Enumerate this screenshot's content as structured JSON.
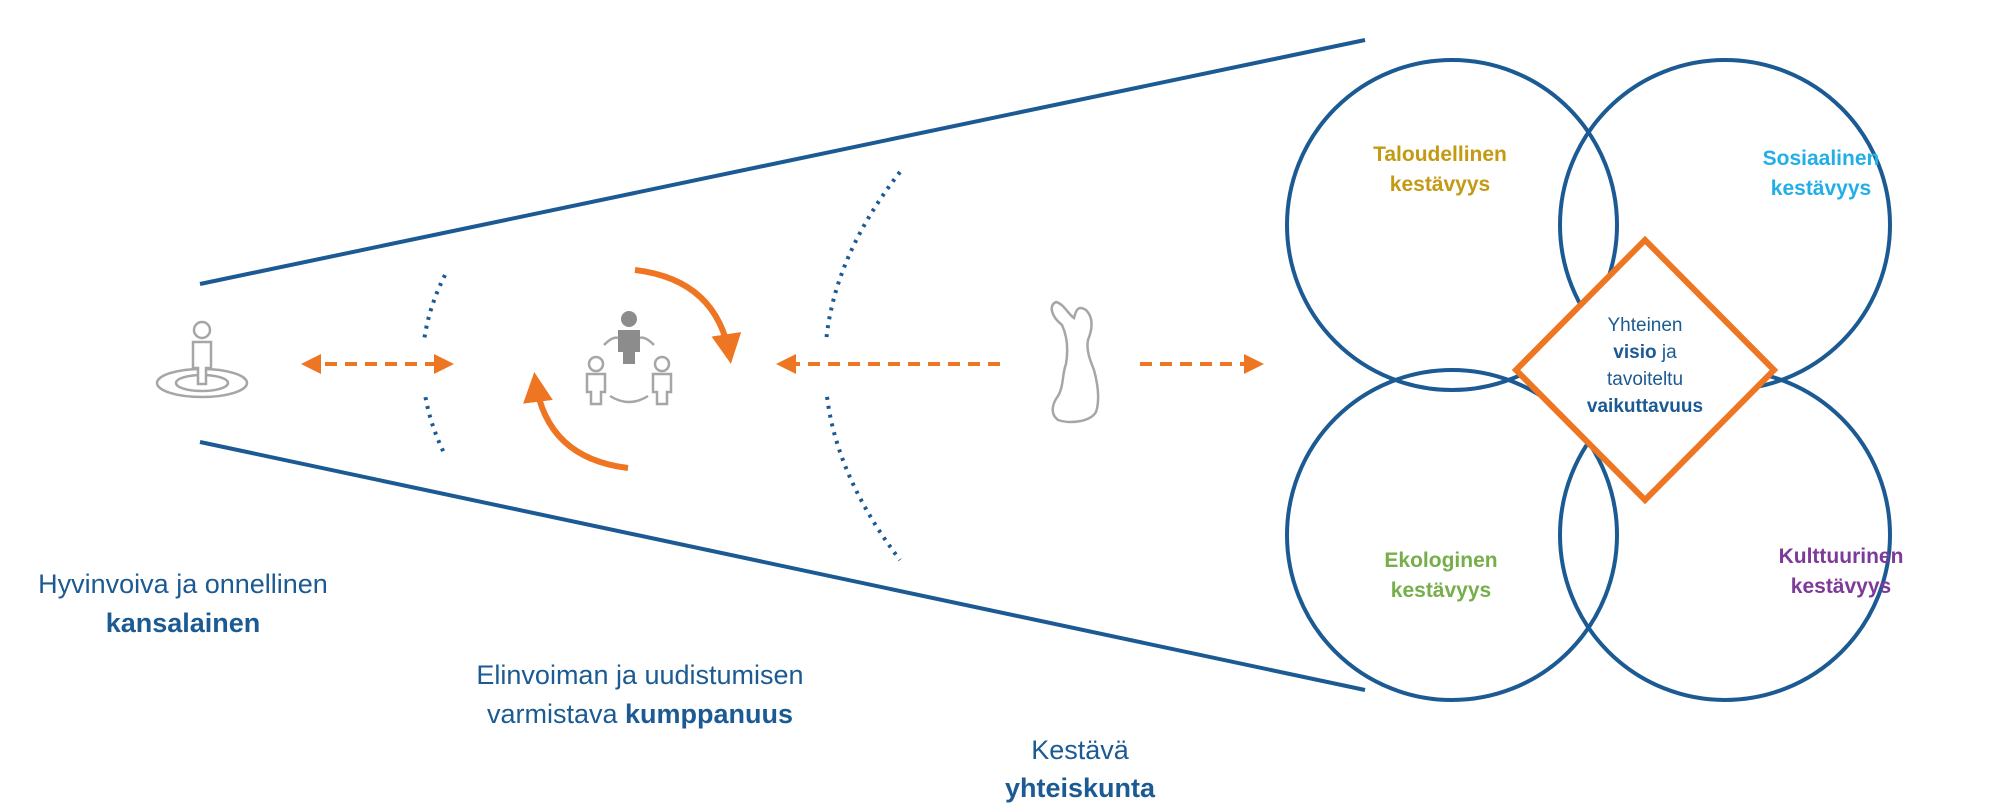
{
  "colors": {
    "blue": "#1b5a92",
    "orange": "#ee7623",
    "gray": "#a6a6a6",
    "economic": "#c39a12",
    "social": "#22aee6",
    "ecological": "#76ae4a",
    "cultural": "#7d3a98"
  },
  "left_labels": {
    "citizen": {
      "line1": "Hyvinvoiva ja onnellinen",
      "bold": "kansalainen"
    },
    "partnership": {
      "line1": "Elinvoiman ja uudistumisen",
      "line2_regular": "varmistava ",
      "line2_bold": "kumppanuus"
    },
    "society": {
      "line1": "Kestävä",
      "bold": "yhteiskunta"
    }
  },
  "circles": {
    "economic": {
      "line1": "Taloudellinen",
      "line2": "kestävyys"
    },
    "social": {
      "line1": "Sosiaalinen",
      "line2": "kestävyys"
    },
    "ecological": {
      "line1": "Ekologinen",
      "line2": "kestävyys"
    },
    "cultural": {
      "line1": "Kulttuurinen",
      "line2": "kestävyys"
    }
  },
  "center": {
    "line1": "Yhteinen",
    "line2_bold": "visio",
    "line2_regular": " ja",
    "line3": "tavoiteltu",
    "line4_bold": "vaikuttavuus"
  },
  "icons": [
    "person-target-icon",
    "group-people-icon",
    "finland-map-icon"
  ]
}
